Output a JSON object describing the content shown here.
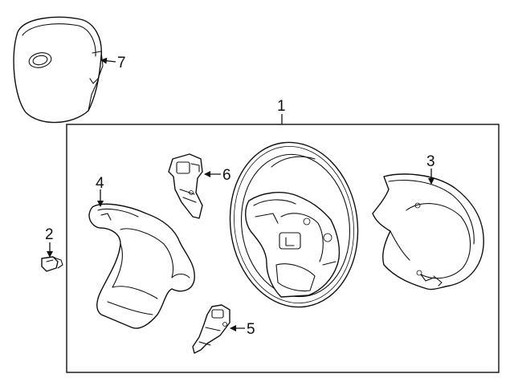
{
  "callouts": {
    "c1": "1",
    "c2": "2",
    "c3": "3",
    "c4": "4",
    "c5": "5",
    "c6": "6",
    "c7": "7"
  },
  "parts": [
    {
      "callout": "1",
      "icon": "steering-wheel-assembly"
    },
    {
      "callout": "2",
      "icon": "screw"
    },
    {
      "callout": "3",
      "icon": "rear-shroud"
    },
    {
      "callout": "4",
      "icon": "front-bezel"
    },
    {
      "callout": "5",
      "icon": "switch"
    },
    {
      "callout": "6",
      "icon": "switch"
    },
    {
      "callout": "7",
      "icon": "airbag-module"
    }
  ],
  "colors": {
    "line": "#111111",
    "background": "#ffffff"
  }
}
